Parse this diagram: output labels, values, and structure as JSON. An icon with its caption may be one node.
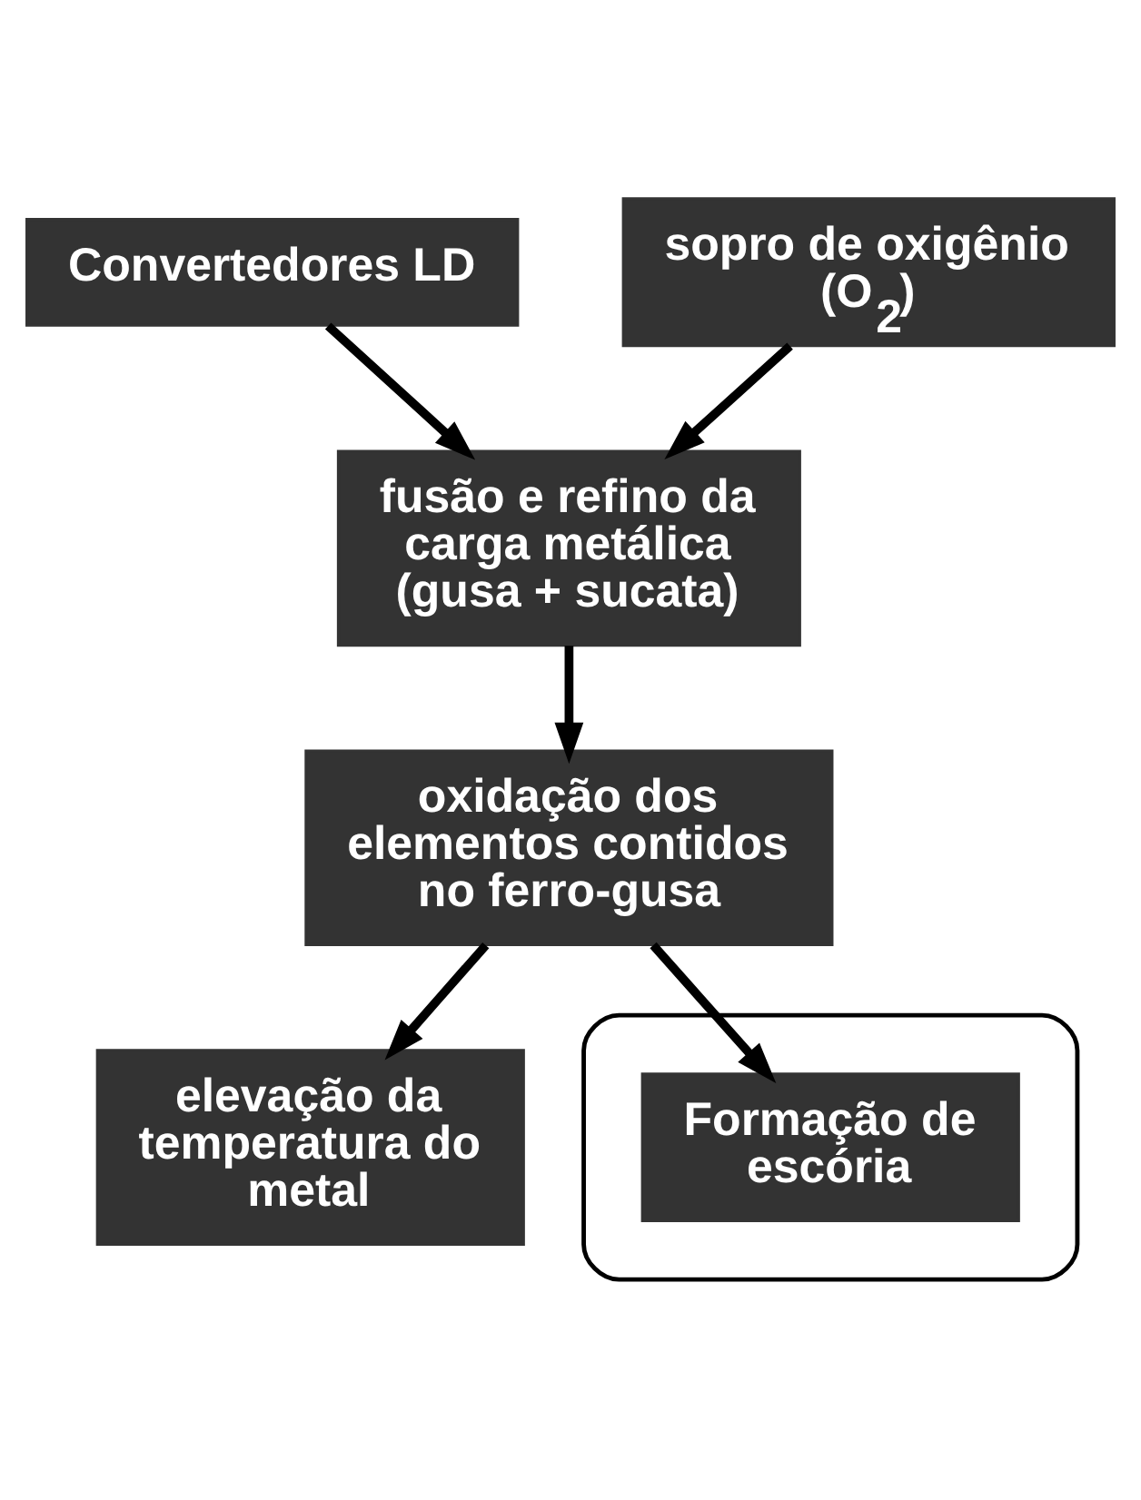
{
  "diagram": {
    "nodes": [
      {
        "text": [
          "Convertedores LD"
        ]
      },
      {
        "text": [
          "sopro de oxigênio (O$_{2}$)"
        ]
      },
      {
        "text": [
          "fusão e refino da carga metálica (gusa + sucata)"
        ]
      },
      {
        "text": [
          "oxidação dos elementos contidos no ferro-gusa"
        ]
      },
      {
        "text": [
          "elevação da temperatura do metal"
        ]
      },
      {
        "text": [],
        "shape": "ellipse"
      },
      {
        "text": [
          "Formação de escória"
        ],
        "in": 5
      }
    ],
    "edges": [
      {
        "from": 0,
        "to": 2,
        "arrow": "to"
      },
      {
        "from": 1,
        "to": 2,
        "arrow": "to"
      },
      {
        "from": 2,
        "to": 3,
        "arrow": "to"
      },
      {
        "from": 3,
        "to": 4,
        "arrow": "to"
      },
      {
        "from": 3,
        "to": 6,
        "arrow": "to"
      }
    ]
  }
}
